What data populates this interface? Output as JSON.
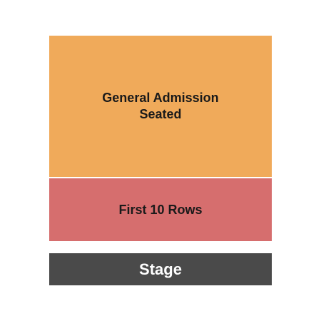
{
  "sections": {
    "general_admission": {
      "label_line1": "General Admission",
      "label_line2": "Seated",
      "color": "#F0AA5A"
    },
    "first_rows": {
      "label": "First 10 Rows",
      "color": "#D66E6E"
    }
  },
  "stage": {
    "label": "Stage",
    "color": "#4A4A4A"
  }
}
